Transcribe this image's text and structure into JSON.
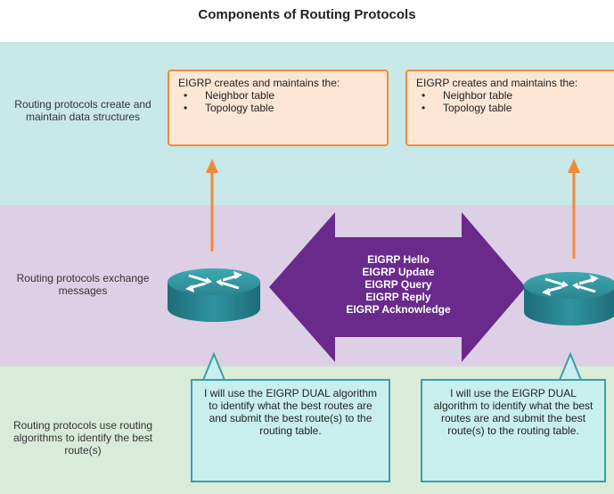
{
  "title": "Components of Routing Protocols",
  "rows": [
    {
      "label": "Routing protocols create and maintain data structures"
    },
    {
      "label": "Routing protocols exchange messages"
    },
    {
      "label": "Routing protocols use routing algorithms to identify the best route(s)"
    }
  ],
  "tables_boxes": [
    {
      "intro": "EIGRP creates and maintains the:",
      "items": [
        "Neighbor table",
        "Topology table"
      ]
    },
    {
      "intro": "EIGRP creates and maintains the:",
      "items": [
        "Neighbor table",
        "Topology table"
      ]
    }
  ],
  "messages": [
    "EIGRP Hello",
    "EIGRP Update",
    "EIGRP Query",
    "EIGRP Reply",
    "EIGRP Acknowledge"
  ],
  "callouts": [
    {
      "text": "I will use the EIGRP DUAL algorithm to identify what the best routes are and submit the best route(s) to the routing table."
    },
    {
      "text": "I will use the EIGRP DUAL algorithm to identify what the best routes are and submit the best route(s) to the routing table."
    }
  ],
  "colors": {
    "band_teal": "#c9e8e8",
    "band_purple": "#ddd0e6",
    "band_green": "#d9ebd9",
    "orange": "#f08a3a",
    "arrow_purple": "#6a2a8c",
    "router_teal": "#2e8f98"
  }
}
